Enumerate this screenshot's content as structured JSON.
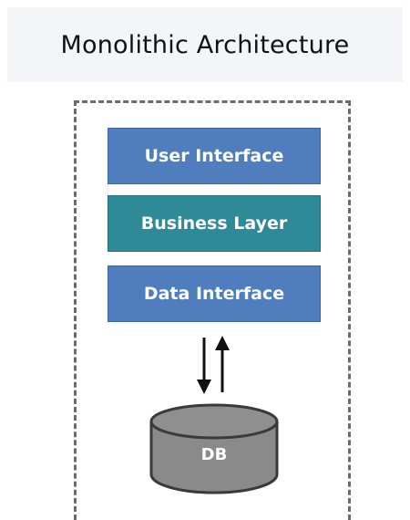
{
  "title": "Monolithic Architecture",
  "layers": [
    {
      "label": "User Interface",
      "color": "#4f7dbd"
    },
    {
      "label": "Business Layer",
      "color": "#2e8a97"
    },
    {
      "label": "Data Interface",
      "color": "#4f7dbd"
    }
  ],
  "database": {
    "label": "DB",
    "color": "#8a8a8a"
  },
  "icons": {
    "arrows": "bidirectional-arrows-icon",
    "database": "database-cylinder-icon"
  }
}
